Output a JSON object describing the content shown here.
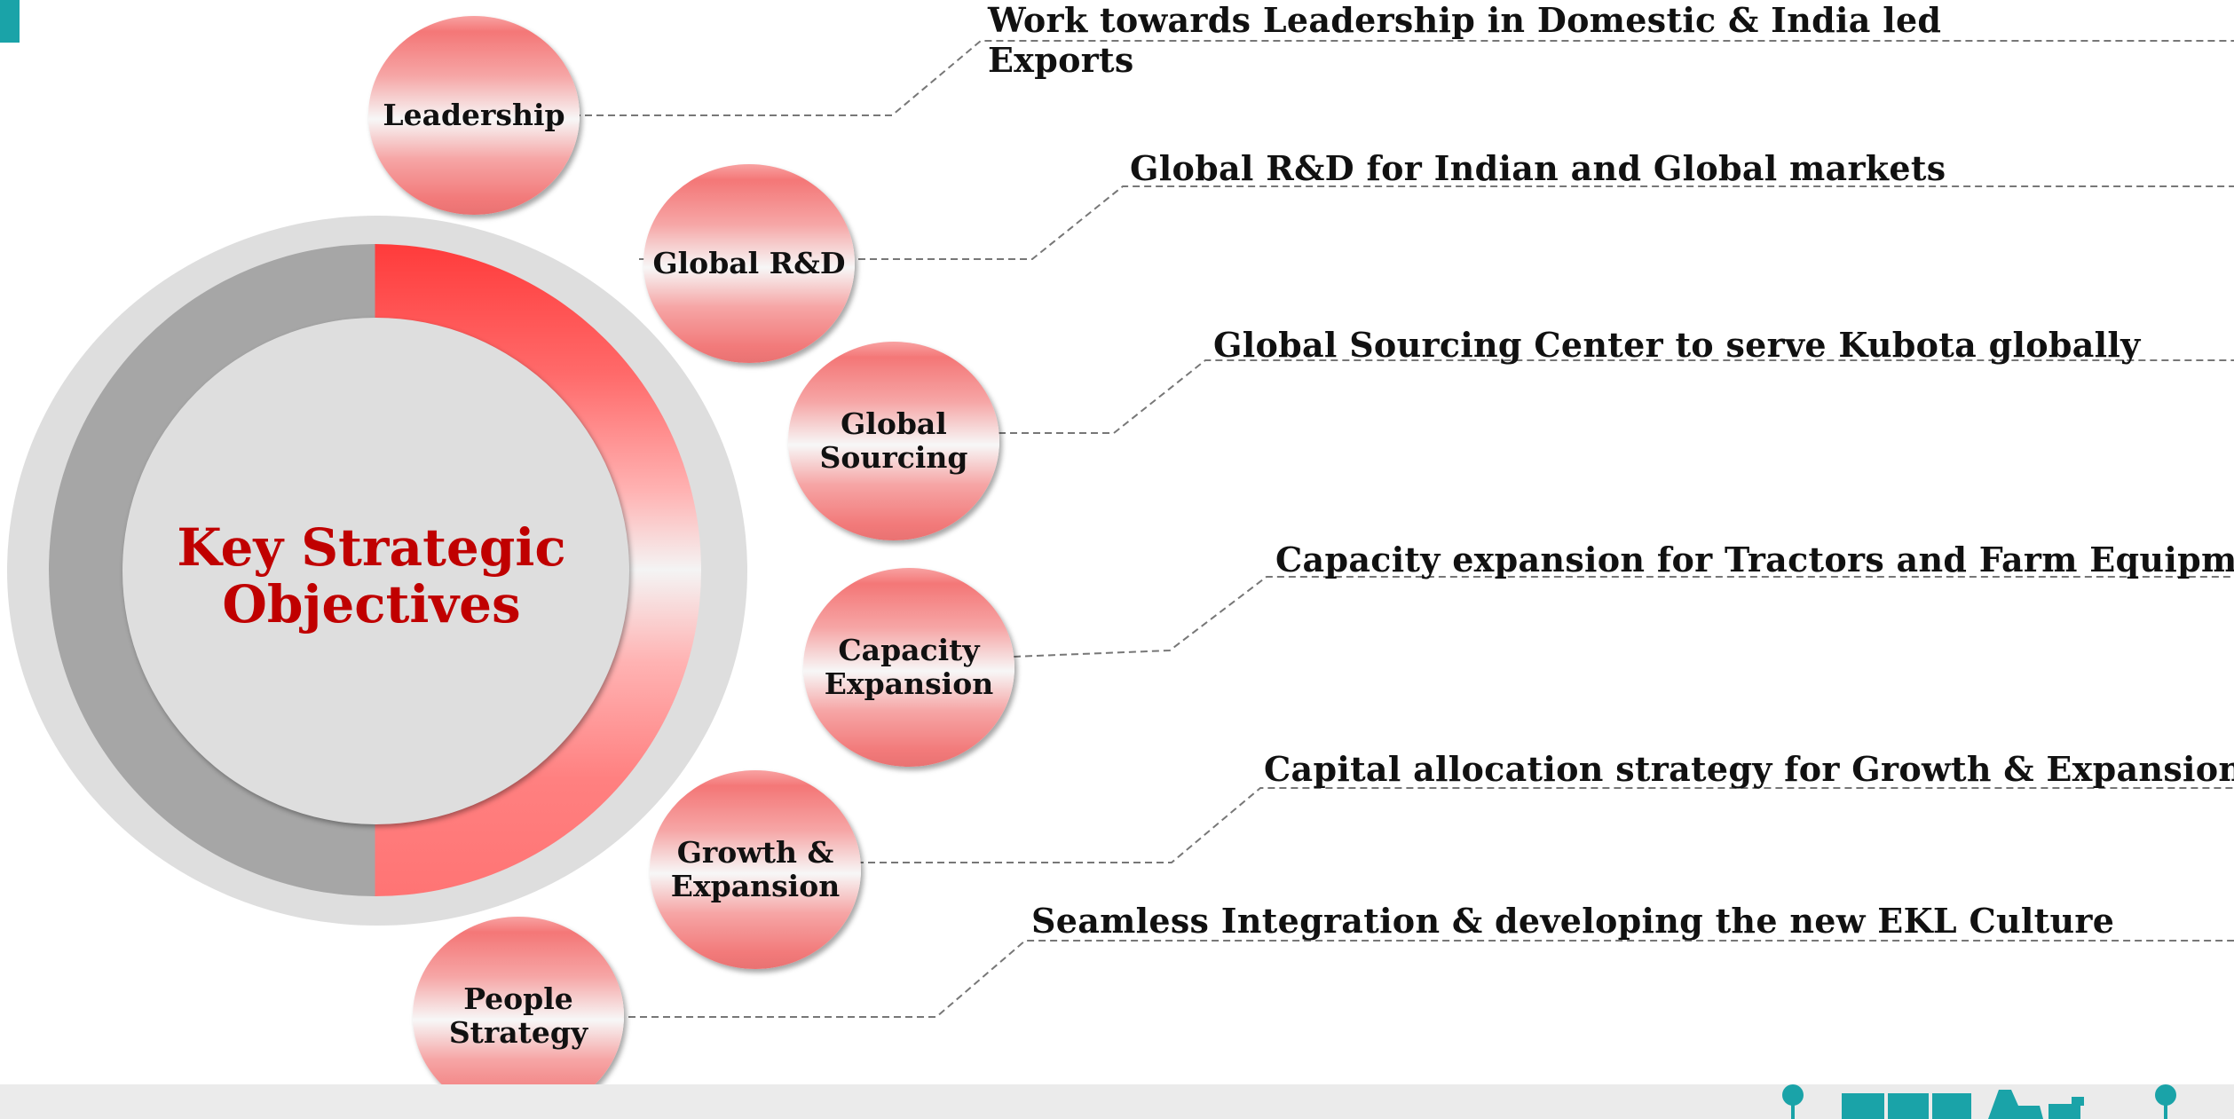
{
  "title": "Key Strategic Objectives",
  "colors": {
    "title": "#c00000",
    "accent": "#ff3b3b",
    "connector": "#777777",
    "corner": "#1aa3a8"
  },
  "pillars": [
    {
      "id": "leadership",
      "label": "Leadership",
      "objective": "Work towards Leadership in Domestic & India led\nExports"
    },
    {
      "id": "global-rnd",
      "label": "Global R&D",
      "objective": "Global R&D for Indian and Global markets"
    },
    {
      "id": "global-sourcing",
      "label": "Global\nSourcing",
      "objective": "Global Sourcing Center to serve Kubota globally"
    },
    {
      "id": "capacity-expansion",
      "label": "Capacity\nExpansion",
      "objective": "Capacity expansion for Tractors and Farm Equipment"
    },
    {
      "id": "growth-expansion",
      "label": "Growth &\nExpansion",
      "objective": "Capital allocation strategy for Growth & Expansion"
    },
    {
      "id": "people-strategy",
      "label": "People\nStrategy",
      "objective": "Seamless Integration & developing the new EKL Culture"
    }
  ],
  "footer": {
    "logo_icon": "farm-equipment-silhouette"
  }
}
